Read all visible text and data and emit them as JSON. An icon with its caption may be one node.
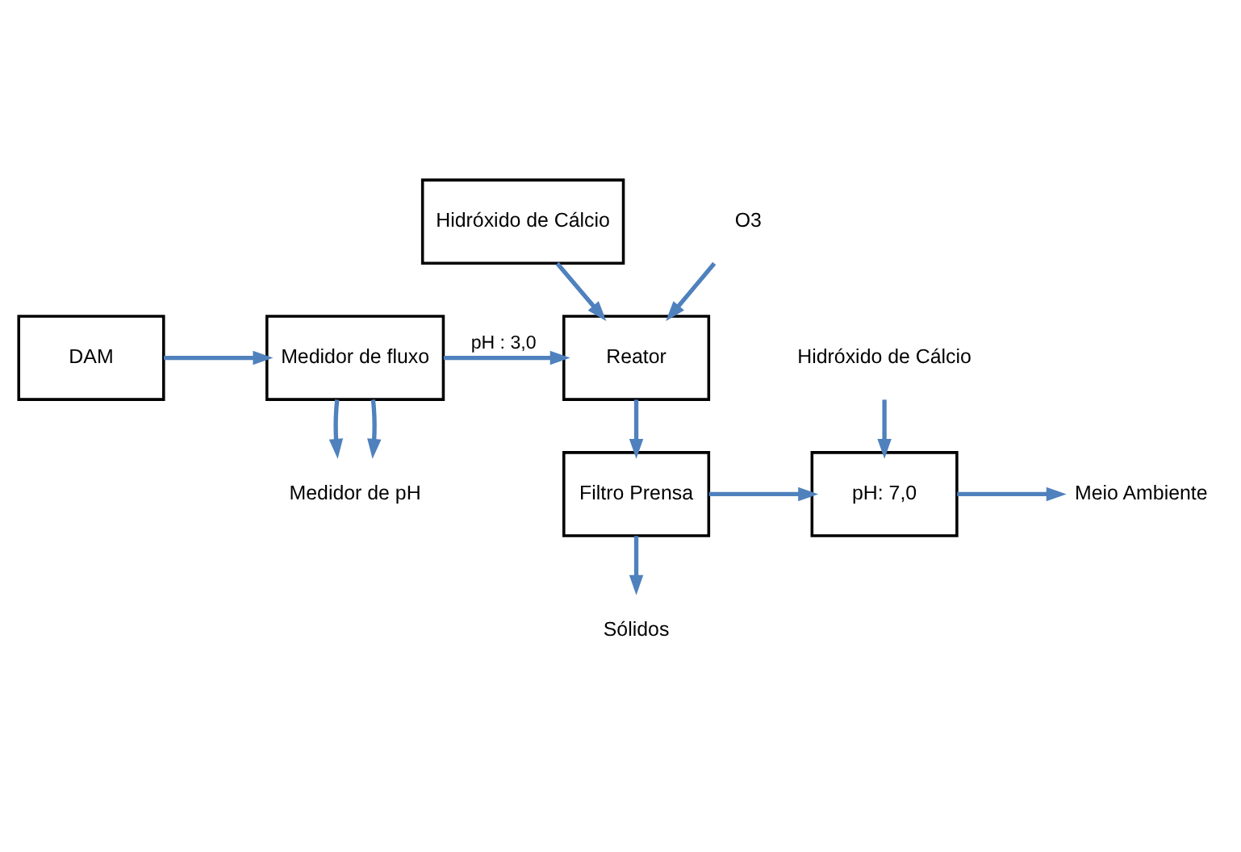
{
  "diagram": {
    "nodes": [
      {
        "text": [
          "DAM"
        ]
      },
      {
        "text": [
          "Medidor de fluxo"
        ]
      },
      {
        "text": [
          "Hidróxido de Cálcio"
        ]
      },
      {
        "text": [
          "Reator"
        ]
      },
      {
        "text": [
          "O3"
        ]
      },
      {
        "text": [
          "Medidor de pH"
        ]
      },
      {
        "text": [
          "Filtro Prensa"
        ]
      },
      {
        "text": [
          "Hidróxido de Cálcio"
        ]
      },
      {
        "text": [
          "pH: 7,0"
        ]
      },
      {
        "text": [
          "Meio Ambiente"
        ]
      },
      {
        "text": [
          "Sólidos"
        ]
      }
    ],
    "edges": [
      {
        "from": 0,
        "to": 1,
        "arrow": "to"
      },
      {
        "from": 1,
        "to": 3,
        "arrow": "to",
        "label": "pH : 3,0"
      },
      {
        "from": 1,
        "to": 5,
        "arrow": "to"
      },
      {
        "from": 1,
        "to": 5,
        "arrow": "to"
      },
      {
        "from": 2,
        "to": 3,
        "arrow": "to"
      },
      {
        "from": 4,
        "to": 3,
        "arrow": "to"
      },
      {
        "from": 3,
        "to": 6,
        "arrow": "to"
      },
      {
        "from": 6,
        "to": 8,
        "arrow": "to"
      },
      {
        "from": 7,
        "to": 8,
        "arrow": "to"
      },
      {
        "from": 8,
        "to": 9,
        "arrow": "to"
      },
      {
        "from": 6,
        "to": 10,
        "arrow": "to"
      }
    ]
  }
}
